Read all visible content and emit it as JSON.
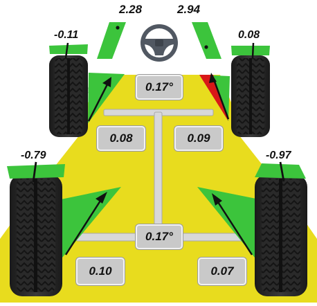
{
  "steering": {
    "left_value": "2.28",
    "right_value": "2.94"
  },
  "front": {
    "left_camber": "-0.11",
    "right_camber": "0.08",
    "total_toe": "0.17°",
    "left_toe": "0.08",
    "right_toe": "0.09"
  },
  "rear": {
    "left_camber": "-0.79",
    "right_camber": "-0.97",
    "total_toe": "0.17°",
    "left_toe": "0.10",
    "right_toe": "0.07"
  },
  "colors": {
    "in_spec": "#3cc43c",
    "out_of_spec": "#d81818",
    "zone": "#e8dc1e",
    "chassis": "#d8d8d8",
    "tire": "#2a2a2a"
  },
  "icons": {
    "steering": "steering-wheel-icon"
  }
}
